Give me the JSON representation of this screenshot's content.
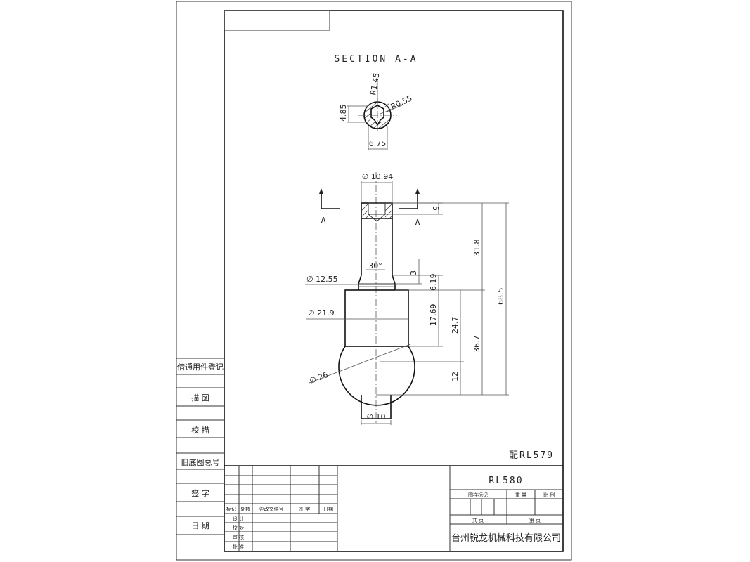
{
  "drawing": {
    "section_title": "SECTION A-A",
    "section_marker": "A",
    "mate_note": "配RL579",
    "dimensions": {
      "section_r": "R1.45",
      "section_chamfer": "R0.55",
      "section_height": "4.85",
      "section_width": "6.75",
      "top_diameter": "∅ 10.94",
      "hole_depth": "5",
      "neck_length": "31.8",
      "total_length": "68.5",
      "chamfer_angle": "30°",
      "neck_diameter": "∅ 12.55",
      "chamfer_height": "3",
      "step_height": "6.19",
      "body_diameter": "∅ 21.9",
      "body_height": "17.69",
      "ball_center_height": "24.7",
      "lower_length": "36.7",
      "ball_diameter": "∅ 26",
      "ball_lower": "12",
      "shank_diameter": "∅ 10"
    }
  },
  "left_panel": {
    "labels": [
      "借通用件登记",
      "描  图",
      "校  描",
      "旧底图总号",
      "签  字",
      "日  期"
    ]
  },
  "title_block": {
    "part_number": "RL580",
    "company": "台州锐龙机械科技有限公司",
    "header_labels": [
      "图样标记",
      "重 量",
      "比 例"
    ],
    "sheet_total": "共    页",
    "sheet_num": "第    页",
    "revision_headers": [
      "标记",
      "处数",
      "更改文件号",
      "签 字",
      "日期"
    ],
    "role_labels": [
      "设 计",
      "校 对",
      "审 核",
      "批 准"
    ]
  }
}
